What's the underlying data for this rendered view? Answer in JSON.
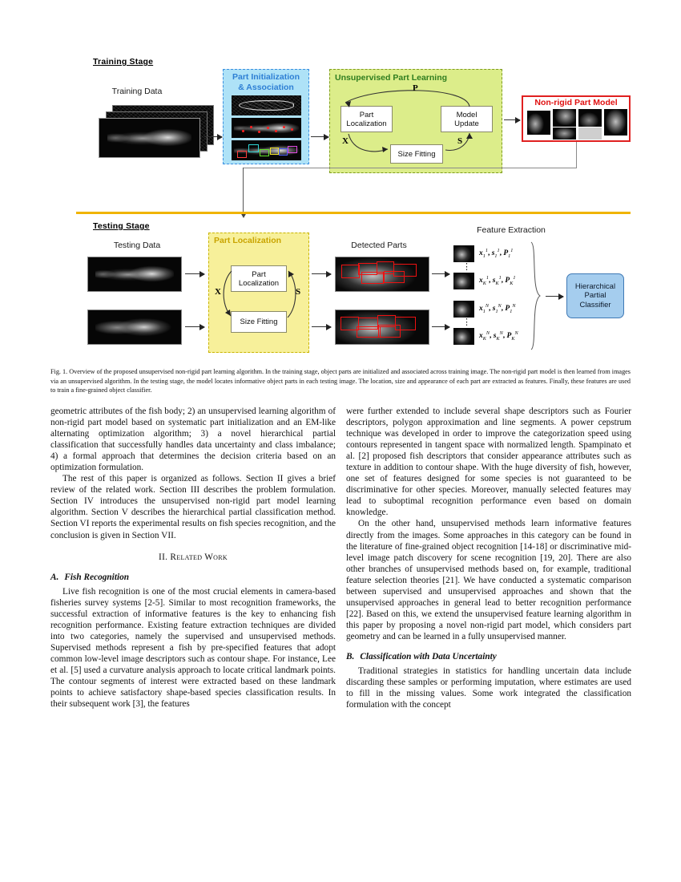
{
  "figure": {
    "training_stage_label": "Training Stage",
    "training_data_label": "Training Data",
    "part_init_title_line1": "Part Initialization",
    "part_init_title_line2": "& Association",
    "unsup_title": "Unsupervised Part Learning",
    "part_localization_line1": "Part",
    "part_localization_line2": "Localization",
    "model_update_line1": "Model",
    "model_update_line2": "Update",
    "size_fitting": "Size Fitting",
    "label_P": "P",
    "label_X": "X",
    "label_S": "S",
    "nonrigid_title": "Non-rigid Part Model",
    "testing_stage_label": "Testing Stage",
    "testing_data_label": "Testing Data",
    "part_localization_title": "Part Localization",
    "test_part_loc_line1": "Part",
    "test_part_loc_line2": "Localization",
    "test_size_fitting": "Size Fitting",
    "test_label_X": "X",
    "test_label_S": "S",
    "detected_parts_label": "Detected Parts",
    "feature_extraction_label": "Feature Extraction",
    "classifier_line1": "Hierarchical",
    "classifier_line2": "Partial",
    "classifier_line3": "Classifier",
    "features": {
      "row1_top": {
        "x": "x",
        "xsub": "1",
        "xsup": "1",
        "s": "s",
        "ssub": "1",
        "ssup": "1",
        "p": "P",
        "psub": "1",
        "psup": "1"
      },
      "row1_bot": {
        "x": "x",
        "xsub": "K",
        "xsup": "1",
        "s": "s",
        "ssub": "K",
        "ssup": "1",
        "p": "P",
        "psub": "K",
        "psup": "1"
      },
      "row2_top": {
        "x": "x",
        "xsub": "1",
        "xsup": "N",
        "s": "s",
        "ssub": "1",
        "ssup": "N",
        "p": "P",
        "psub": "1",
        "psup": "N"
      },
      "row2_bot": {
        "x": "x",
        "xsub": "K",
        "xsup": "N",
        "s": "s",
        "ssub": "K",
        "ssup": "N",
        "p": "P",
        "psub": "K",
        "psup": "N"
      }
    },
    "colors": {
      "part_init_fill": "#aee2f7",
      "part_init_border": "#3a8fe0",
      "part_init_text": "#2e7fd4",
      "unsup_fill": "#dced8a",
      "unsup_border": "#7e9c1e",
      "unsup_text": "#2f7d1f",
      "nonrigid_border": "#e02020",
      "nonrigid_text": "#e01010",
      "part_loc_fill": "#f7f09a",
      "part_loc_border": "#c9b300",
      "divider": "#f0b400",
      "classifier_fill": "#a5cdee",
      "classifier_border": "#3f79b5",
      "detection_box": "#ee1111"
    }
  },
  "caption": {
    "label": "Fig. 1.",
    "text": "Overview of the proposed unsupervised non-rigid part learning algorithm. In the training stage, object parts are initialized and associated across training image. The non-rigid part model is then learned from images via an unsupervised algorithm. In the testing stage, the model locates informative object parts in each testing image. The location, size and appearance of each part are extracted as features. Finally, these features are used to train a fine-grained object classifier."
  },
  "left_column": {
    "para1": "geometric attributes of the fish body; 2) an unsupervised learning algorithm of non-rigid part model based on systematic part initialization and an EM-like alternating optimization algorithm; 3) a novel hierarchical partial classification that successfully handles data uncertainty and class imbalance; 4) a formal approach that determines the decision criteria based on an optimization formulation.",
    "para2": "The rest of this paper is organized as follows. Section II gives a brief review of the related work. Section III describes the problem formulation. Section IV introduces the unsupervised non-rigid part model learning algorithm. Section V describes the hierarchical partial classification method. Section VI reports the experimental results on fish species recognition, and the conclusion is given in Section VII.",
    "section_heading": "II.   Related Work",
    "subsection_a_letter": "A.",
    "subsection_a_title": "Fish Recognition",
    "para3": "Live fish recognition is one of the most crucial elements in camera-based fisheries survey systems [2-5]. Similar to most recognition frameworks, the successful extraction of informative features is the key to enhancing fish recognition performance. Existing feature extraction techniques are divided into two categories, namely the supervised and unsupervised methods. Supervised methods represent a fish by pre-specified features that adopt common low-level image descriptors such as contour shape. For instance, Lee et al. [5] used a curvature analysis approach to locate critical landmark points. The contour segments of interest were extracted based on these landmark points to achieve satisfactory shape-based species classification results. In their subsequent work [3], the features"
  },
  "right_column": {
    "para1": "were further extended to include several shape descriptors such as Fourier descriptors, polygon approximation and line segments. A power cepstrum technique was developed in order to improve the categorization speed using contours represented in tangent space with normalized length. Spampinato et al. [2] proposed fish descriptors that consider appearance attributes such as texture in addition to contour shape. With the huge diversity of fish, however, one set of features designed for some species is not guaranteed to be discriminative for other species. Moreover, manually selected features may lead to suboptimal recognition performance even based on domain knowledge.",
    "para2": "On the other hand, unsupervised methods learn informative features directly from the images. Some approaches in this category can be found in the literature of fine-grained object recognition [14-18] or discriminative mid-level image patch discovery for scene recognition [19, 20]. There are also other branches of unsupervised methods based on, for example, traditional feature selection theories [21]. We have conducted a systematic comparison between supervised and unsupervised approaches and shown that the unsupervised approaches in general lead to better recognition performance [22]. Based on this, we extend the unsupervised feature learning algorithm in this paper by proposing a novel non-rigid part model, which considers part geometry and can be learned in a fully unsupervised manner.",
    "subsection_b_letter": "B.",
    "subsection_b_title": "Classification with Data Uncertainty",
    "para3": "Traditional strategies in statistics for handling uncertain data include discarding these samples or performing imputation, where estimates are used to fill in the missing values. Some work integrated the classification formulation with the concept"
  }
}
